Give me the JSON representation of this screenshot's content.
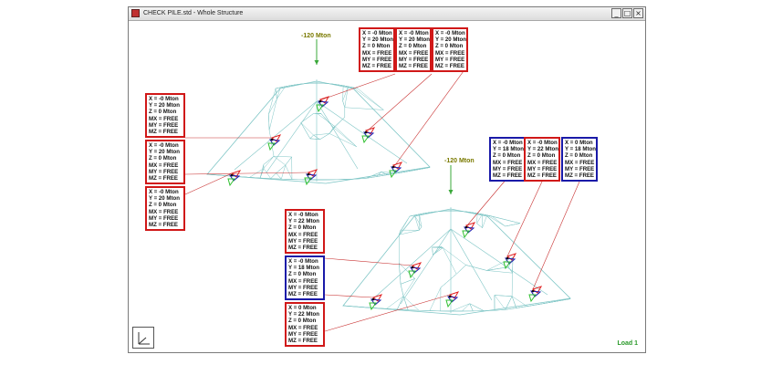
{
  "window": {
    "title": "CHECK PILE.std - Whole Structure",
    "buttons": {
      "minimize": "_",
      "maximize": "□",
      "close": "×"
    }
  },
  "view": {
    "load_labels": [
      "-120 Mton",
      "-120 Mton"
    ],
    "status": "Load 1",
    "axis_label": "Y x"
  },
  "boxes": [
    {
      "id": "tl1",
      "border": "red",
      "lines": [
        "X = -0 Mton",
        "Y = 20 Mton",
        "Z = 0 Mton",
        "MX = FREE",
        "MY = FREE",
        "MZ = FREE"
      ]
    },
    {
      "id": "tl2",
      "border": "red",
      "lines": [
        "X = -0 Mton",
        "Y = 20 Mton",
        "Z = 0 Mton",
        "MX = FREE",
        "MY = FREE",
        "MZ = FREE"
      ]
    },
    {
      "id": "tl3",
      "border": "red",
      "lines": [
        "X = -0 Mton",
        "Y = 20 Mton",
        "Z = 0 Mton",
        "MX = FREE",
        "MY = FREE",
        "MZ = FREE"
      ]
    },
    {
      "id": "l1",
      "border": "red",
      "lines": [
        "X = -0 Mton",
        "Y = 20 Mton",
        "Z = 0 Mton",
        "MX = FREE",
        "MY = FREE",
        "MZ = FREE"
      ]
    },
    {
      "id": "l2",
      "border": "red",
      "lines": [
        "X = -0 Mton",
        "Y = 20 Mton",
        "Z = 0 Mton",
        "MX = FREE",
        "MY = FREE",
        "MZ = FREE"
      ]
    },
    {
      "id": "l3",
      "border": "red",
      "lines": [
        "X = -0 Mton",
        "Y = 20 Mton",
        "Z = 0 Mton",
        "MX = FREE",
        "MY = FREE",
        "MZ = FREE"
      ]
    },
    {
      "id": "r1",
      "border": "blue",
      "lines": [
        "X = -0 Mton",
        "Y = 18 Mton",
        "Z = 0 Mton",
        "MX = FREE",
        "MY = FREE",
        "MZ = FREE"
      ]
    },
    {
      "id": "r2",
      "border": "red",
      "lines": [
        "X = -0 Mton",
        "Y = 22 Mton",
        "Z = 0 Mton",
        "MX = FREE",
        "MY = FREE",
        "MZ = FREE"
      ]
    },
    {
      "id": "r3",
      "border": "blue",
      "lines": [
        "X = 0 Mton",
        "Y = 18 Mton",
        "Z = 0 Mton",
        "MX = FREE",
        "MY = FREE",
        "MZ = FREE"
      ]
    },
    {
      "id": "b1",
      "border": "red",
      "lines": [
        "X = -0 Mton",
        "Y = 22 Mton",
        "Z = 0 Mton",
        "MX = FREE",
        "MY = FREE",
        "MZ = FREE"
      ]
    },
    {
      "id": "b2",
      "border": "blue",
      "lines": [
        "X = -0 Mton",
        "Y = 18 Mton",
        "Z = 0 Mton",
        "MX = FREE",
        "MY = FREE",
        "MZ = FREE"
      ]
    },
    {
      "id": "b3",
      "border": "red",
      "lines": [
        "X = 0 Mton",
        "Y = 22 Mton",
        "Z = 0 Mton",
        "MX = FREE",
        "MY = FREE",
        "MZ = FREE"
      ]
    }
  ],
  "colors": {
    "mesh": "#7fc6c6",
    "leader": "#c83030",
    "load_arrow": "#3aa83a",
    "support_red": "#e02020",
    "support_blue": "#1a1ab0",
    "support_green": "#30c030"
  }
}
